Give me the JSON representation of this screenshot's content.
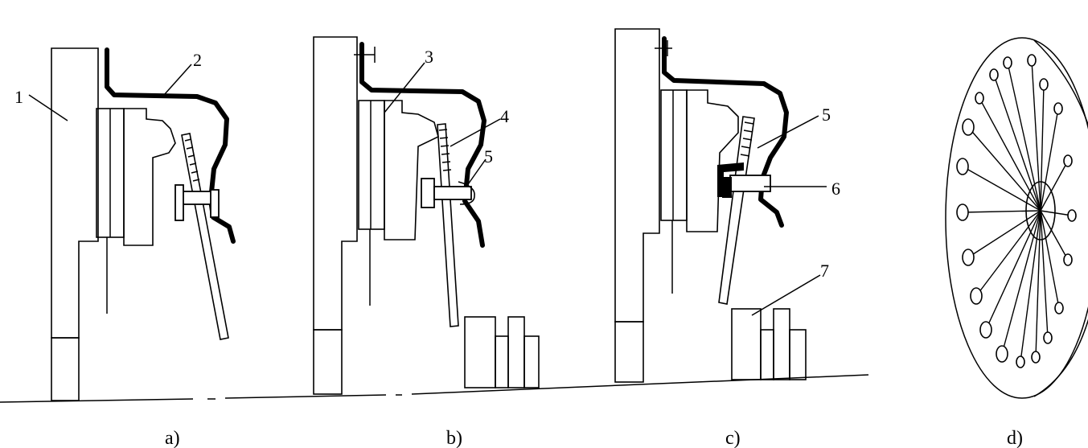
{
  "figure": {
    "panels": [
      {
        "id": "a",
        "caption": "a)"
      },
      {
        "id": "b",
        "caption": "b)"
      },
      {
        "id": "c",
        "caption": "c)"
      },
      {
        "id": "d",
        "caption": "d)"
      }
    ],
    "callouts": [
      {
        "id": "1",
        "label": "1"
      },
      {
        "id": "2",
        "label": "2"
      },
      {
        "id": "3",
        "label": "3"
      },
      {
        "id": "4",
        "label": "4"
      },
      {
        "id": "5b",
        "label": "5"
      },
      {
        "id": "5c",
        "label": "5"
      },
      {
        "id": "6",
        "label": "6"
      },
      {
        "id": "7",
        "label": "7"
      }
    ]
  }
}
